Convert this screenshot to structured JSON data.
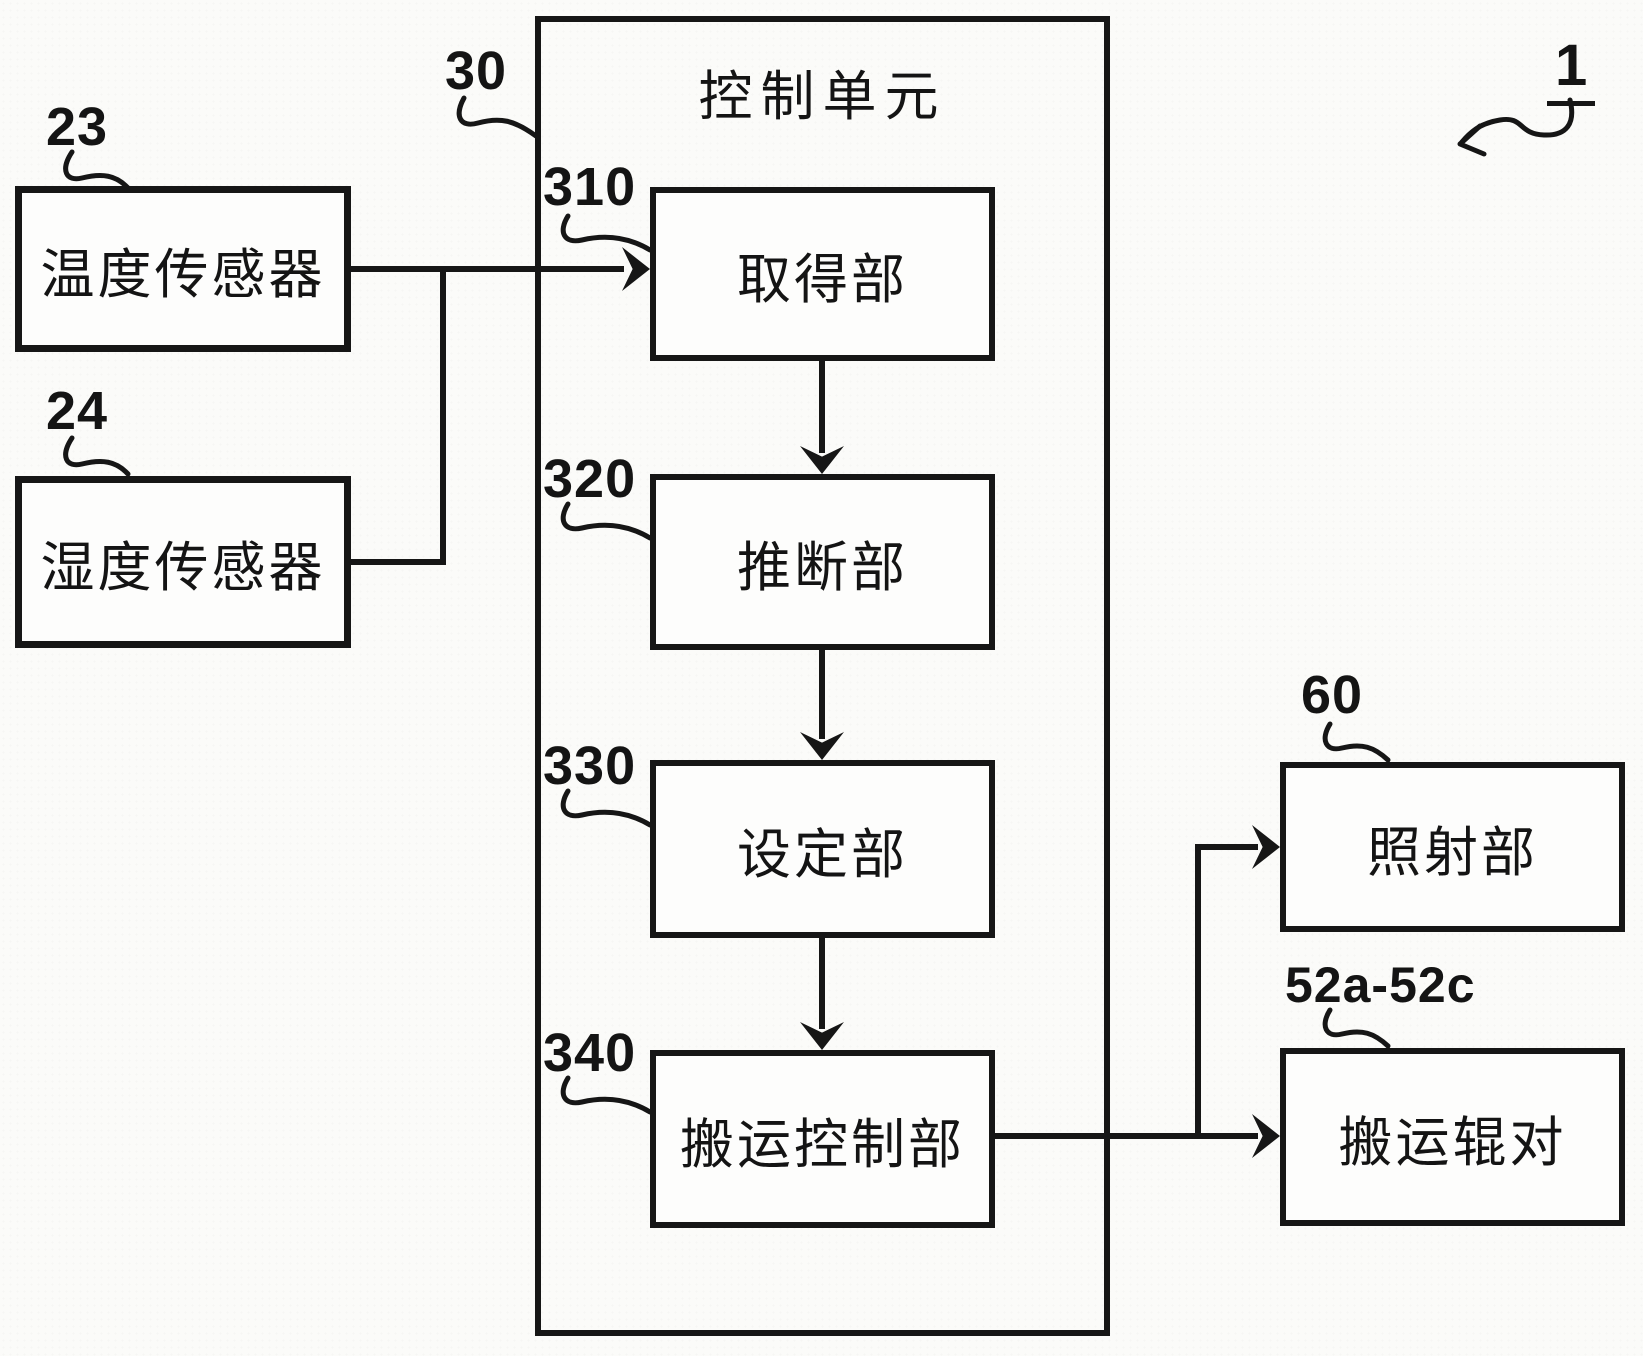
{
  "figure": {
    "figure_ref": "1",
    "control_unit": {
      "ref": "30",
      "title": "控制单元"
    },
    "nodes": {
      "temp_sensor": {
        "ref": "23",
        "label": "温度传感器"
      },
      "humidity_sensor": {
        "ref": "24",
        "label": "湿度传感器"
      },
      "acquisition": {
        "ref": "310",
        "label": "取得部"
      },
      "inference": {
        "ref": "320",
        "label": "推断部"
      },
      "setting": {
        "ref": "330",
        "label": "设定部"
      },
      "transport_control": {
        "ref": "340",
        "label": "搬运控制部"
      },
      "irradiation": {
        "ref": "60",
        "label": "照射部"
      },
      "transport_rollers": {
        "ref": "52a-52c",
        "label": "搬运辊对"
      }
    },
    "connections": [
      {
        "from": "temp_sensor",
        "to": "acquisition",
        "type": "arrow"
      },
      {
        "from": "humidity_sensor",
        "to": "acquisition",
        "type": "arrow",
        "note": "joins temp sensor line"
      },
      {
        "from": "acquisition",
        "to": "inference",
        "type": "arrow"
      },
      {
        "from": "inference",
        "to": "setting",
        "type": "arrow"
      },
      {
        "from": "setting",
        "to": "transport_control",
        "type": "arrow"
      },
      {
        "from": "transport_control",
        "to": "transport_rollers",
        "type": "arrow"
      },
      {
        "from": "transport_control",
        "to": "irradiation",
        "type": "arrow",
        "note": "branch upward"
      }
    ],
    "colors": {
      "line": "#161616",
      "background": "#fbfbf9",
      "box_fill": "#fdfdfc"
    }
  }
}
